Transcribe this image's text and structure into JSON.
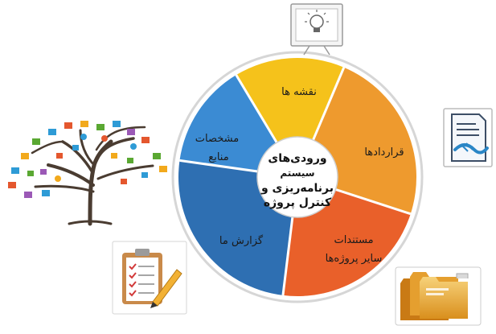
{
  "diagram": {
    "center": {
      "lines": [
        "ورودی‌های",
        "سیستم",
        "برنامه‌ریزی و",
        "کنترل پروژه"
      ]
    },
    "segments": [
      {
        "id": "maps",
        "lines": [
          "نقشه ها"
        ],
        "color": "#f5c21b"
      },
      {
        "id": "contracts",
        "lines": [
          "قراردادها"
        ],
        "color": "#ee9a2e"
      },
      {
        "id": "documents",
        "lines": [
          "مستندات",
          "سایر پروژه‌ها"
        ],
        "color": "#e9602a"
      },
      {
        "id": "reports",
        "lines": [
          "گزارش ما"
        ],
        "color": "#2e6fb2"
      },
      {
        "id": "resources",
        "lines": [
          "مشخصات",
          "منابع"
        ],
        "color": "#3b8bd3"
      }
    ],
    "icons": [
      {
        "id": "presentation-board-icon"
      },
      {
        "id": "contract-handshake-icon"
      },
      {
        "id": "folders-icon"
      },
      {
        "id": "clipboard-checklist-icon"
      },
      {
        "id": "network-tree-icon"
      }
    ]
  }
}
